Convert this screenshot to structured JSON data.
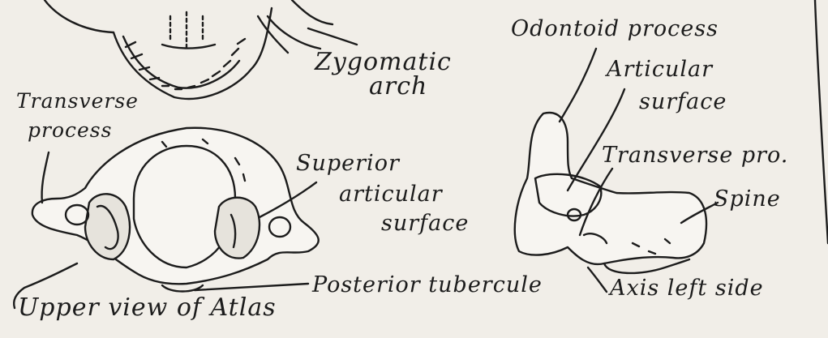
{
  "labels": {
    "zygomatic_arch": [
      "Zygomatic",
      "arch"
    ],
    "transverse_process": [
      "Transverse",
      "process"
    ],
    "superior_articular_surface": [
      "Superior",
      "articular",
      "surface"
    ],
    "posterior_tubercule": "Posterior tubercule",
    "upper_view_atlas": "Upper view of Atlas",
    "odontoid_process": "Odontoid process",
    "articular_surface": [
      "Articular",
      "surface"
    ],
    "transverse_pro": "Transverse pro.",
    "spine": "Spine",
    "axis_left_side": "Axis  left side"
  },
  "colors": {
    "paper": "#f1eee8",
    "ink": "#1c1c1c",
    "bone": "#f7f5f1"
  }
}
